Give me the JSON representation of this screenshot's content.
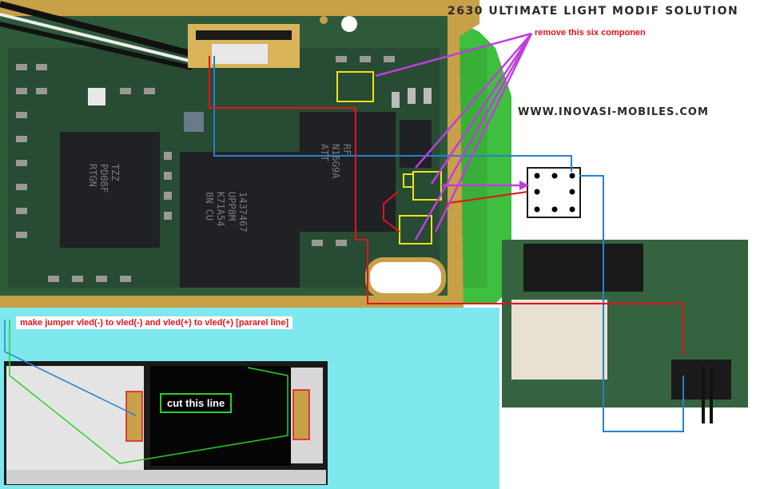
{
  "title": "2630 ULTIMATE LIGHT MODIF SOLUTION",
  "website": "WWW.INOVASI-MOBILES.COM",
  "annotations": {
    "remove": "remove this six componen",
    "jumper": "make jumper vled(-) to vled(-) and vled(+) to vled(+) [pararel line]",
    "cut": "cut this line"
  },
  "chips": {
    "left": [
      "TZZ",
      "PD08F",
      "RTGN"
    ],
    "middle": [
      "1437467",
      "UPP8M",
      "K71A54",
      "8N CU"
    ],
    "right": [
      "RF",
      "N16G9A",
      "ATT"
    ]
  },
  "colors": {
    "pcb_green": "#2f5a3a",
    "board_gold": "#c8a048",
    "flex_green": "#3fbf3f",
    "cyan_panel": "#7ee8ee",
    "red_wire": "#e0141e",
    "blue_wire": "#2a7fd4",
    "purple_arrow": "#c03ce0",
    "yellow_box": "#f0e020"
  }
}
